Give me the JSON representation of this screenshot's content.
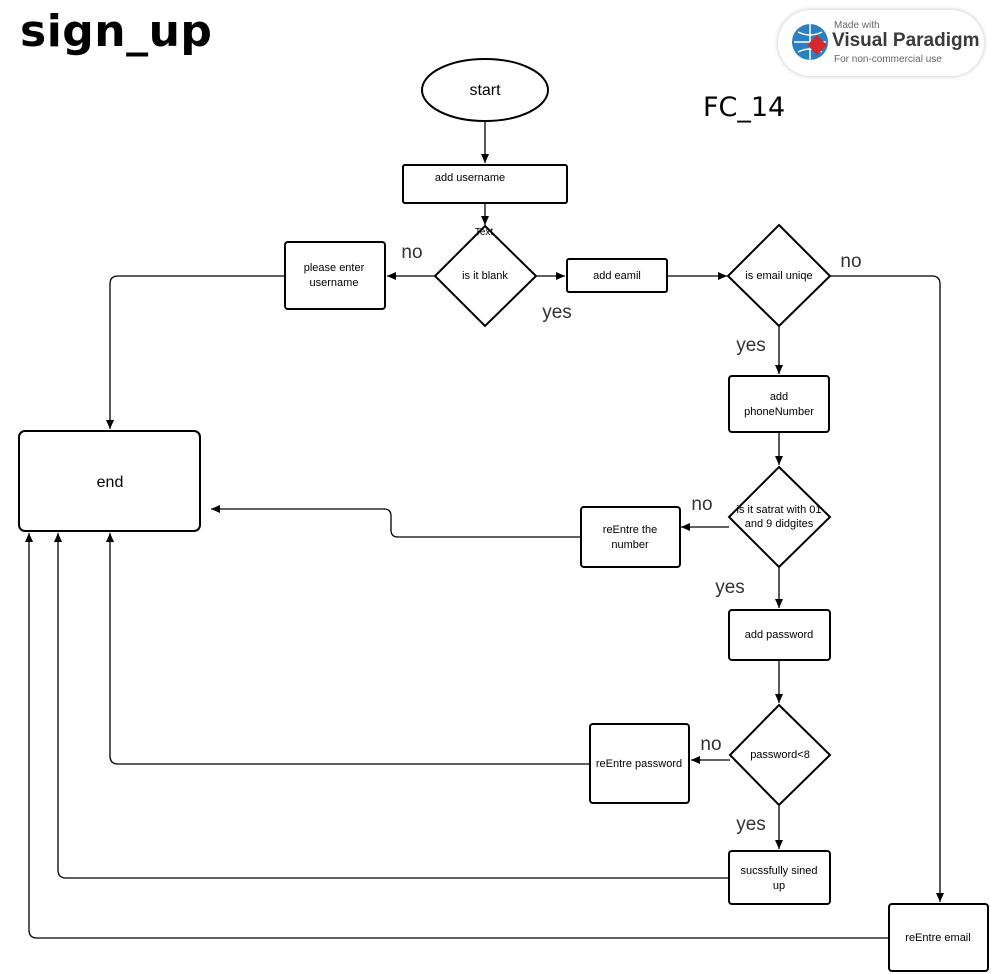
{
  "title": "sign_up",
  "diagram_id": "FC_14",
  "badge": {
    "line1": "Made with",
    "brand": "Visual Paradigm",
    "line3": "For non-commercial use"
  },
  "nodes": {
    "start": "start",
    "add_username": "add username",
    "is_blank": "is it blank",
    "please_enter": [
      "please enter",
      "username"
    ],
    "add_email": "add eamil",
    "email_unique": "is email uniqe",
    "add_phone": [
      "add",
      "phoneNumber"
    ],
    "phone_check": [
      "is it satrat with 01",
      "and 9 didgites"
    ],
    "reentre_number": [
      "reEntre the",
      "number"
    ],
    "add_password": "add password",
    "password_check": "password<8",
    "reentre_password": "reEntre password",
    "success": [
      "sucssfully sined",
      "up"
    ],
    "reentre_email": "reEntre email",
    "end": "end",
    "text_label": "Text"
  },
  "edge_labels": {
    "blank_no": "no",
    "blank_yes": "yes",
    "email_no": "no",
    "email_yes": "yes",
    "phone_no": "no",
    "phone_yes": "yes",
    "password_no": "no",
    "password_yes": "yes"
  }
}
